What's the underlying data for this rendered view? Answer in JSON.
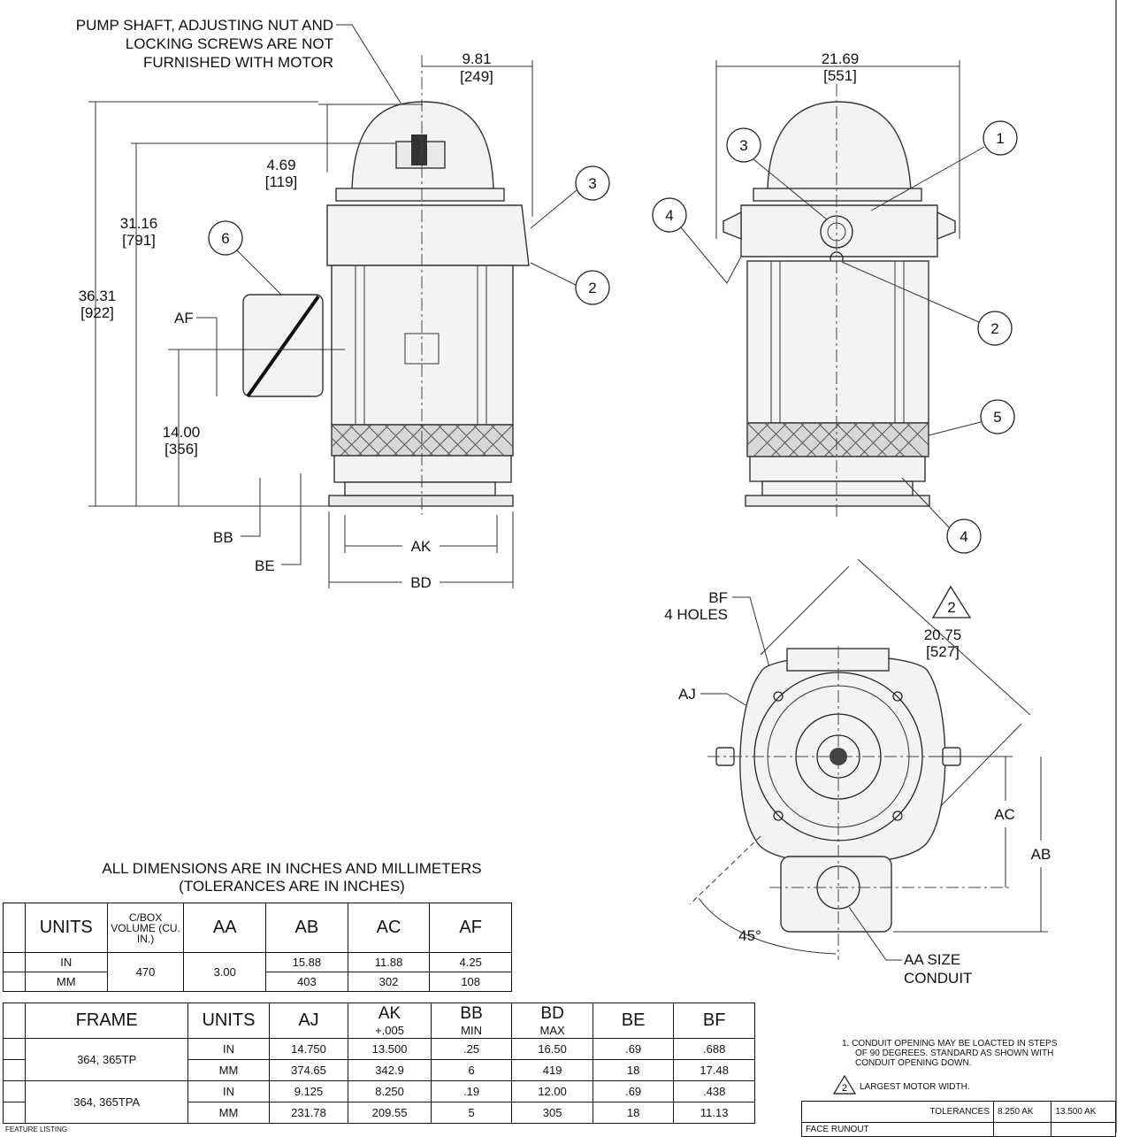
{
  "front_view": {
    "note_lines": [
      "PUMP SHAFT, ADJUSTING NUT AND",
      "LOCKING SCREWS ARE NOT",
      "FURNISHED WITH MOTOR"
    ],
    "dims": {
      "d981_in": "9.81",
      "d981_mm": "[249]",
      "d469_in": "4.69",
      "d469_mm": "[119]",
      "d3116_in": "31.16",
      "d3116_mm": "[791]",
      "d3631_in": "36.31",
      "d3631_mm": "[922]",
      "d1400_in": "14.00",
      "d1400_mm": "[356]"
    },
    "labels": {
      "af": "AF",
      "bb": "BB",
      "be": "BE",
      "ak": "AK",
      "bd": "BD"
    },
    "callouts": [
      "6",
      "3",
      "2"
    ]
  },
  "side_view": {
    "dims": {
      "d2169_in": "21.69",
      "d2169_mm": "[551]"
    },
    "callouts": [
      "3",
      "1",
      "4",
      "2",
      "5",
      "4"
    ]
  },
  "bottom_view": {
    "bf_label": "BF",
    "bf_holes": "4 HOLES",
    "aj_label": "AJ",
    "delta_mark": "2",
    "d2075_in": "20.75",
    "d2075_mm": "[527]",
    "ac_label": "AC",
    "ab_label": "AB",
    "angle": "45°",
    "conduit_lines": [
      "AA SIZE",
      "CONDUIT"
    ]
  },
  "heading": [
    "ALL DIMENSIONS ARE IN INCHES AND MILLIMETERS",
    "(TOLERANCES ARE IN INCHES)"
  ],
  "table1": {
    "headers": [
      "UNITS",
      "C/BOX VOLUME (CU. IN.)",
      "AA",
      "AB",
      "AC",
      "AF"
    ],
    "units": [
      "IN",
      "MM"
    ],
    "cbox": "470",
    "aa": "3.00",
    "ab": [
      "15.88",
      "403"
    ],
    "ac": [
      "11.88",
      "302"
    ],
    "af": [
      "4.25",
      "108"
    ]
  },
  "table2": {
    "headers": [
      "FRAME",
      "UNITS",
      "AJ",
      "AK",
      "BB",
      "BD",
      "BE",
      "BF"
    ],
    "subheaders": {
      "ak": "+.005",
      "bb": "MIN",
      "bd": "MAX"
    },
    "frames": [
      {
        "name": "364, 365TP",
        "rows": [
          [
            "IN",
            "14.750",
            "13.500",
            ".25",
            "16.50",
            ".69",
            ".688"
          ],
          [
            "MM",
            "374.65",
            "342.9",
            "6",
            "419",
            "18",
            "17.48"
          ]
        ]
      },
      {
        "name": "364, 365TPA",
        "rows": [
          [
            "IN",
            "9.125",
            "8.250",
            ".19",
            "12.00",
            ".69",
            ".438"
          ],
          [
            "MM",
            "231.78",
            "209.55",
            "5",
            "305",
            "18",
            "11.13"
          ]
        ]
      }
    ]
  },
  "notes": {
    "note1": [
      "1.  CONDUIT OPENING MAY BE LOACTED IN STEPS",
      "OF 90 DEGREES. STANDARD AS SHOWN WITH",
      "CONDUIT OPENING DOWN."
    ],
    "note2": "LARGEST MOTOR WIDTH.",
    "note2_mark": "2"
  },
  "tolerances": {
    "title": "TOLERANCES",
    "col1": "8.250 AK",
    "col2": "13.500 AK",
    "row1": "FACE RUNOUT"
  },
  "footer": "FEATURE LISTING"
}
